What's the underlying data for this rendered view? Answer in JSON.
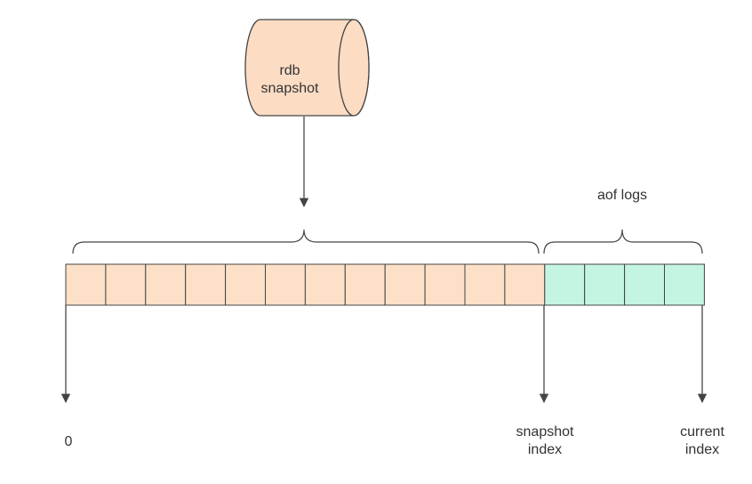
{
  "colors": {
    "snapshot_cell_fill": "#fde0c8",
    "aof_cell_fill": "#c4f5e2",
    "cylinder_fill": "#fddcc4",
    "stroke": "#444444",
    "text": "#333333"
  },
  "cylinder": {
    "label": "rdb\nsnapshot"
  },
  "aof": {
    "label": "aof logs"
  },
  "log_cells": {
    "snapshot_count": 12,
    "aof_count": 4
  },
  "markers": {
    "zero": "0",
    "snapshot_index": "snapshot\nindex",
    "current_index": "current\nindex"
  }
}
